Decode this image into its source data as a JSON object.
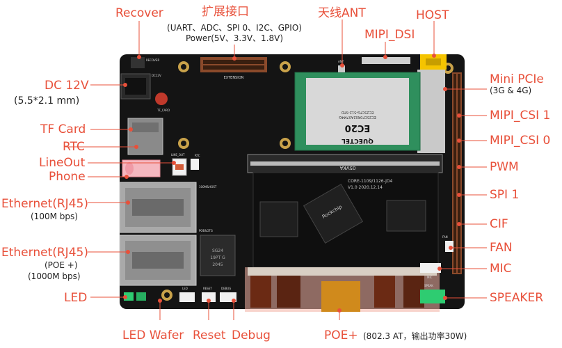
{
  "labels": {
    "recover": "Recover",
    "ext_title": "扩展接口",
    "ext_line1": "(UART、ADC、SPI 0、I2C、GPIO)",
    "ext_line2": "Power(5V、3.3V、1.8V)",
    "ant": "天线ANT",
    "mipi_dsi": "MIPI_DSI",
    "host": "HOST",
    "dc": "DC 12V",
    "dc_sub": "(5.5*2.1 mm)",
    "tf": "TF Card",
    "rtc": "RTC",
    "lineout": "LineOut",
    "phone": "Phone",
    "eth1": "Ethernet(RJ45)",
    "eth1_sub": "(100M bps)",
    "eth2": "Ethernet(RJ45)",
    "eth2_sub1": "(POE +)",
    "eth2_sub2": "(1000M bps)",
    "led": "LED",
    "led_wafer": "LED Wafer",
    "reset": "Reset",
    "debug": "Debug",
    "poe": "POE+",
    "poe_sub": "(802.3 AT，输出功率30W)",
    "mini_pcie": "Mini PCIe",
    "mini_pcie_sub": "(3G & 4G)",
    "mipi_csi1": "MIPI_CSI 1",
    "mipi_csi0": "MIPI_CSI 0",
    "pwm": "PWM",
    "spi1": "SPI 1",
    "cif": "CIF",
    "fan": "FAN",
    "mic": "MIC",
    "speaker": "SPEAKER"
  },
  "silkscreen": {
    "recover": "RECOVER",
    "dc12v": "DC12V",
    "tf_card": "TF_CARD",
    "extension": "EXTENSION",
    "ant": "ANT",
    "line_out": "LINE_OUT",
    "rtc": "RTC",
    "host_100m": "100M&HOST",
    "poe_otg": "POE&OTG",
    "led": "LED",
    "reset": "RESET",
    "debug": "DEBUG",
    "fan": "FAN",
    "mic": "MIC",
    "speak": "SPEAK",
    "dimm": "05VKA",
    "core": "CORE-1109/1126-JD4",
    "core_ver": "V1.0  2020.12.14",
    "soc_brand": "Rockchip",
    "poe_chip1": "SG24",
    "poe_chip2": "19PT G",
    "poe_chip3": "2045",
    "module_brand": "QUECTEL",
    "module_name": "EC20",
    "module_code1": "EC25CF0R02A07M4G",
    "module_code2": "EC25CFG-512-STD"
  },
  "colors": {
    "accent": "#e8503a",
    "pcb": "#141414",
    "module": "#2f8f5d"
  }
}
